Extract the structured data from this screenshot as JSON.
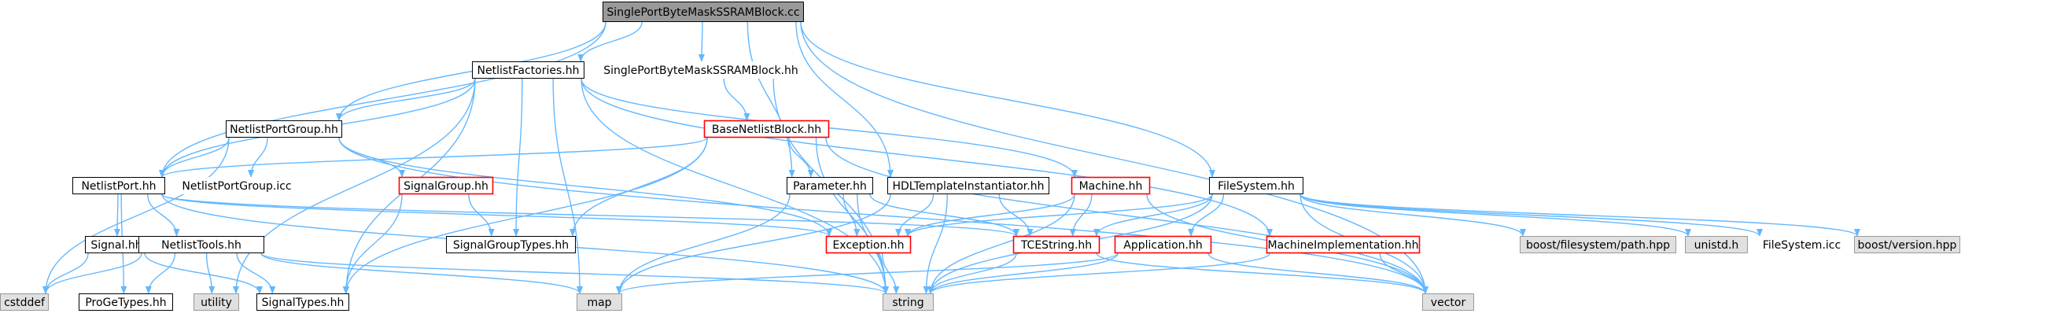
{
  "colors": {
    "edge": "#63b8ff",
    "root_fill": "#999999",
    "node_fill": "#ffffff",
    "node_border": "#000000",
    "external_fill": "#e0e0e0",
    "external_border": "#999999",
    "highlight_border": "#ff0000"
  },
  "nodes": {
    "root": {
      "label": "SinglePortByteMaskSSRAMBlock.cc",
      "kind": "root"
    },
    "nf": {
      "label": "NetlistFactories.hh",
      "kind": "normal"
    },
    "spbh": {
      "label": "SinglePortByteMaskSSRAMBlock.hh",
      "kind": "plain"
    },
    "npg": {
      "label": "NetlistPortGroup.hh",
      "kind": "normal"
    },
    "bnb": {
      "label": "BaseNetlistBlock.hh",
      "kind": "red"
    },
    "np": {
      "label": "NetlistPort.hh",
      "kind": "normal"
    },
    "npgicc": {
      "label": "NetlistPortGroup.icc",
      "kind": "plain"
    },
    "sg": {
      "label": "SignalGroup.hh",
      "kind": "red"
    },
    "param": {
      "label": "Parameter.hh",
      "kind": "normal"
    },
    "hdl": {
      "label": "HDLTemplateInstantiator.hh",
      "kind": "normal"
    },
    "mach": {
      "label": "Machine.hh",
      "kind": "red"
    },
    "fs": {
      "label": "FileSystem.hh",
      "kind": "normal"
    },
    "sig": {
      "label": "Signal.hh",
      "kind": "normal"
    },
    "nt": {
      "label": "NetlistTools.hh",
      "kind": "normal"
    },
    "sgt": {
      "label": "SignalGroupTypes.hh",
      "kind": "normal"
    },
    "exc": {
      "label": "Exception.hh",
      "kind": "red"
    },
    "tce": {
      "label": "TCEString.hh",
      "kind": "red"
    },
    "app": {
      "label": "Application.hh",
      "kind": "red"
    },
    "mi": {
      "label": "MachineImplementation.hh",
      "kind": "red"
    },
    "bfp": {
      "label": "boost/filesystem/path.hpp",
      "kind": "external"
    },
    "unistd": {
      "label": "unistd.h",
      "kind": "external"
    },
    "fsicc": {
      "label": "FileSystem.icc",
      "kind": "plain"
    },
    "bver": {
      "label": "boost/version.hpp",
      "kind": "external"
    },
    "cstddef": {
      "label": "cstddef",
      "kind": "external"
    },
    "pgt": {
      "label": "ProGeTypes.hh",
      "kind": "normal"
    },
    "utility": {
      "label": "utility",
      "kind": "external"
    },
    "st": {
      "label": "SignalTypes.hh",
      "kind": "normal"
    },
    "map": {
      "label": "map",
      "kind": "external"
    },
    "string": {
      "label": "string",
      "kind": "external"
    },
    "vector": {
      "label": "vector",
      "kind": "external"
    }
  },
  "edges": [
    [
      "root",
      "nf"
    ],
    [
      "root",
      "spbh"
    ],
    [
      "root",
      "npg"
    ],
    [
      "root",
      "np"
    ],
    [
      "root",
      "param"
    ],
    [
      "root",
      "hdl"
    ],
    [
      "root",
      "fs"
    ],
    [
      "root",
      "vector"
    ],
    [
      "nf",
      "npg"
    ],
    [
      "nf",
      "np"
    ],
    [
      "nf",
      "mach"
    ],
    [
      "nf",
      "mi"
    ],
    [
      "nf",
      "sgt"
    ],
    [
      "nf",
      "st"
    ],
    [
      "nf",
      "map"
    ],
    [
      "nf",
      "utility"
    ],
    [
      "nf",
      "string"
    ],
    [
      "spbh",
      "bnb"
    ],
    [
      "spbh",
      "string"
    ],
    [
      "npg",
      "np"
    ],
    [
      "npg",
      "npgicc"
    ],
    [
      "npg",
      "sg"
    ],
    [
      "npg",
      "exc"
    ],
    [
      "npg",
      "cstddef"
    ],
    [
      "npg",
      "vector"
    ],
    [
      "bnb",
      "param"
    ],
    [
      "bnb",
      "sgt"
    ],
    [
      "bnb",
      "st"
    ],
    [
      "bnb",
      "string"
    ],
    [
      "bnb",
      "vector"
    ],
    [
      "bnb",
      "np"
    ],
    [
      "np",
      "sig"
    ],
    [
      "np",
      "nt"
    ],
    [
      "np",
      "pgt"
    ],
    [
      "np",
      "exc"
    ],
    [
      "np",
      "string"
    ],
    [
      "np",
      "tce"
    ],
    [
      "sg",
      "sgt"
    ],
    [
      "sg",
      "st"
    ],
    [
      "param",
      "exc"
    ],
    [
      "param",
      "tce"
    ],
    [
      "param",
      "string"
    ],
    [
      "param",
      "map"
    ],
    [
      "hdl",
      "exc"
    ],
    [
      "hdl",
      "tce"
    ],
    [
      "hdl",
      "string"
    ],
    [
      "hdl",
      "map"
    ],
    [
      "mach",
      "exc"
    ],
    [
      "mach",
      "tce"
    ],
    [
      "mach",
      "string"
    ],
    [
      "mach",
      "vector"
    ],
    [
      "fs",
      "exc"
    ],
    [
      "fs",
      "tce"
    ],
    [
      "fs",
      "app"
    ],
    [
      "fs",
      "bfp"
    ],
    [
      "fs",
      "unistd"
    ],
    [
      "fs",
      "fsicc"
    ],
    [
      "fs",
      "bver"
    ],
    [
      "fs",
      "string"
    ],
    [
      "fs",
      "vector"
    ],
    [
      "sig",
      "st"
    ],
    [
      "sig",
      "cstddef"
    ],
    [
      "nt",
      "cstddef"
    ],
    [
      "nt",
      "pgt"
    ],
    [
      "nt",
      "utility"
    ],
    [
      "nt",
      "st"
    ],
    [
      "nt",
      "map"
    ],
    [
      "nt",
      "string"
    ],
    [
      "exc",
      "string"
    ],
    [
      "tce",
      "string"
    ],
    [
      "tce",
      "vector"
    ],
    [
      "app",
      "string"
    ],
    [
      "app",
      "map"
    ],
    [
      "app",
      "vector"
    ],
    [
      "mi",
      "string"
    ],
    [
      "mi",
      "vector"
    ]
  ]
}
